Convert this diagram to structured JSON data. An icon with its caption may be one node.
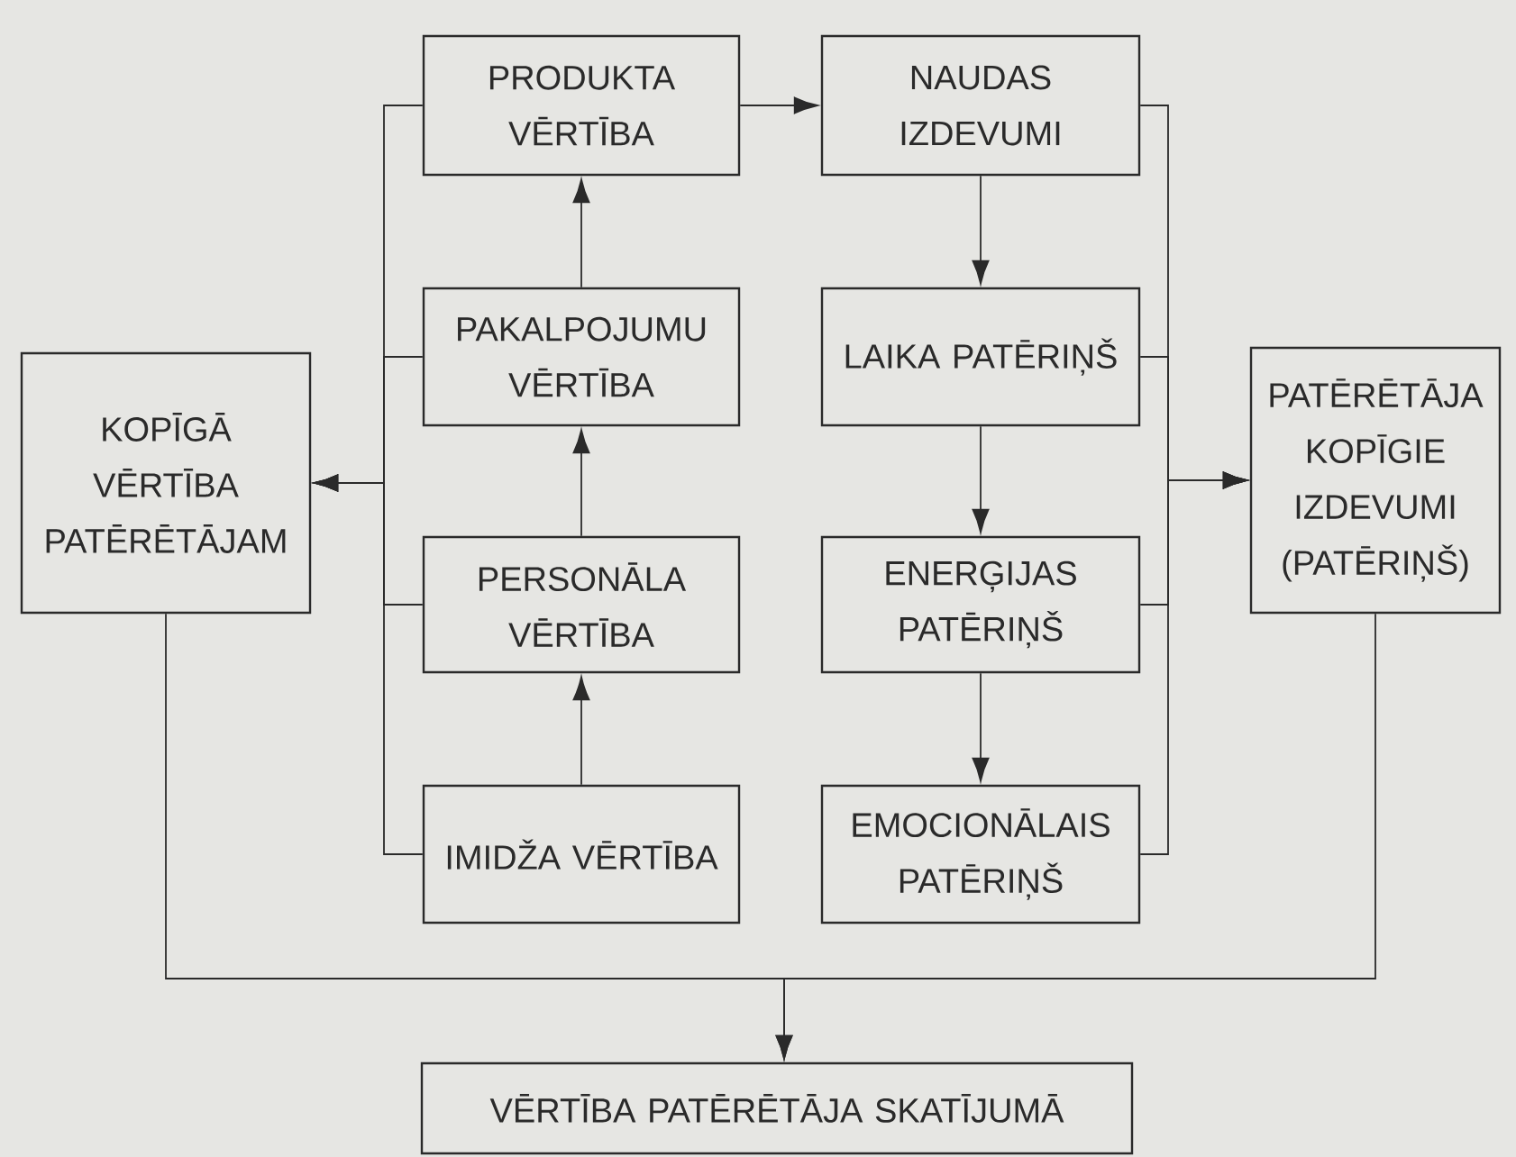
{
  "diagram": {
    "nodes": [
      {
        "text": [
          "PRODUKTA VĒRTĪBA"
        ]
      },
      {
        "text": [
          "PAKALPOJUMU VĒRTĪBA"
        ]
      },
      {
        "text": [
          "PERSONĀLA VĒRTĪBA"
        ]
      },
      {
        "text": [
          "IMIDŽA VĒRTĪBA"
        ]
      },
      {
        "text": [
          "KOPĪGĀ VĒRTĪBA PATĒRĒTĀJAM"
        ]
      },
      {
        "text": [
          "NAUDAS IZDEVUMI"
        ]
      },
      {
        "text": [
          "LAIKA PATĒRIŅŠ"
        ]
      },
      {
        "text": [
          "ENERĢIJAS PATĒRIŅŠ"
        ]
      },
      {
        "text": [
          "EMOCIONĀLAIS PATĒRIŅŠ"
        ]
      },
      {
        "text": [
          "PATĒRĒTĀJA KOPĪGIE IZDEVUMI (PATĒRIŅŠ)"
        ]
      },
      {
        "text": [
          "VĒRTĪBA PATĒRĒTĀJA SKATĪJUMĀ"
        ]
      }
    ],
    "edges": [
      {
        "from": 3,
        "to": 2,
        "arrow": "to"
      },
      {
        "from": 2,
        "to": 1,
        "arrow": "to"
      },
      {
        "from": 1,
        "to": 0,
        "arrow": "to"
      },
      {
        "from": 0,
        "to": 5,
        "arrow": "to"
      },
      {
        "from": 5,
        "to": 6,
        "arrow": "to"
      },
      {
        "from": 6,
        "to": 7,
        "arrow": "to"
      },
      {
        "from": 7,
        "to": 8,
        "arrow": "to"
      },
      {
        "from": 0,
        "to": 4,
        "arrow": "to"
      },
      {
        "from": 1,
        "to": 4,
        "arrow": "to"
      },
      {
        "from": 2,
        "to": 4,
        "arrow": "to"
      },
      {
        "from": 3,
        "to": 4,
        "arrow": "to"
      },
      {
        "from": 5,
        "to": 9,
        "arrow": "to"
      },
      {
        "from": 6,
        "to": 9,
        "arrow": "to"
      },
      {
        "from": 7,
        "to": 9,
        "arrow": "to"
      },
      {
        "from": 8,
        "to": 9,
        "arrow": "to"
      },
      {
        "from": 4,
        "to": 10,
        "arrow": "to"
      },
      {
        "from": 9,
        "to": 10,
        "arrow": "to"
      }
    ]
  }
}
